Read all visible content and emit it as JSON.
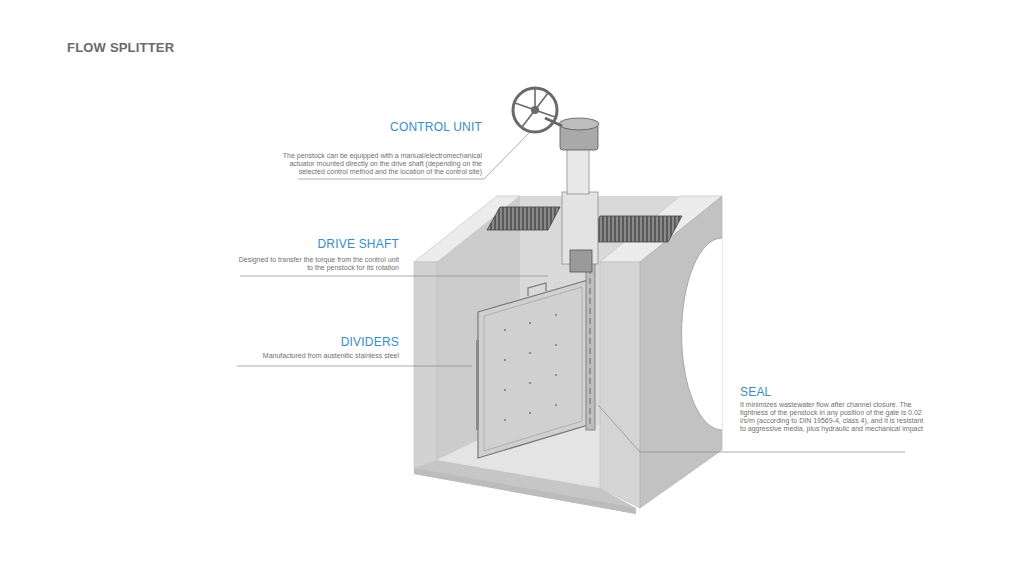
{
  "diagram": {
    "title": "FLOW SPLITTER",
    "labels": [
      "CONTROL UNIT",
      "The penstock can be equipped with a manual/electromechanical actuator mounted directly on the drive shaft (depending on the selected control method and the location of the control site)",
      "DRIVE SHAFT",
      "Designed to transfer the torque from the control unit to the penstock for its rotation",
      "DIVIDERS",
      "Manufactured from austenitic stainless steel",
      "SEAL",
      "It minimizes wastewater flow after channel closure. The tightness of the penstock in any position of the gate is 0.02 l/s/m (according to DIN 19569-4, class 4), and it is resistant to aggressive media, plus hydraulic and mechanical impact"
    ]
  }
}
